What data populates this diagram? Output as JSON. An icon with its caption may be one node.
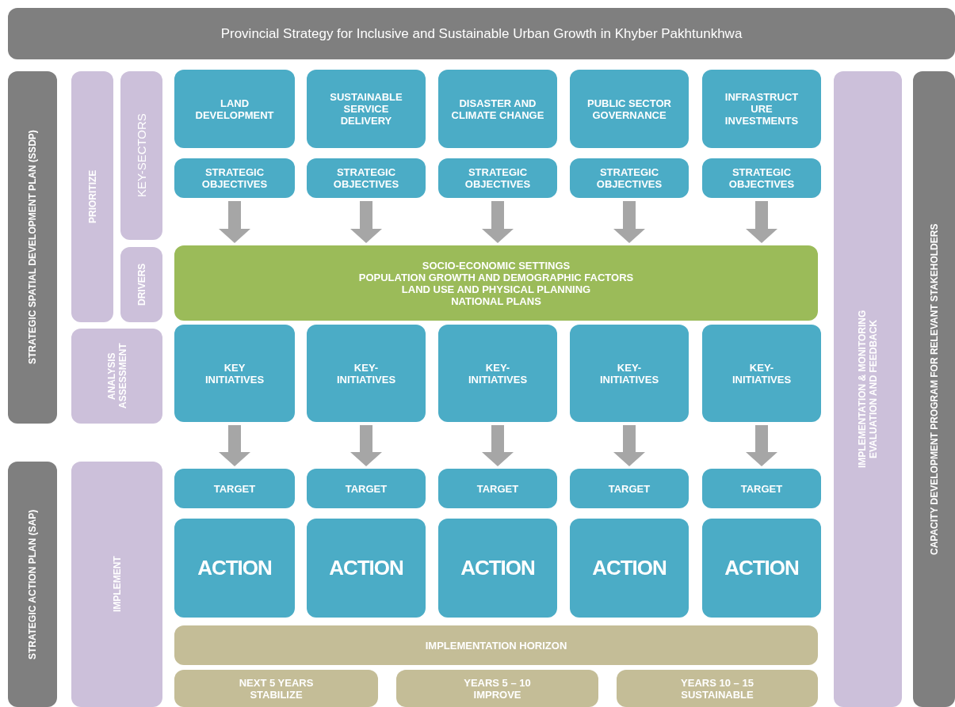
{
  "diagram": {
    "nodes": [
      {
        "text": [
          "Provincial Strategy for Inclusive and Sustainable Urban Growth in Khyber Pakhtunkhwa"
        ]
      },
      {
        "text": [
          "STRATEGIC SPATIAL DEVELOPMENT PLAN (SSDP)"
        ]
      },
      {
        "text": [
          "PRIORITIZE"
        ]
      },
      {
        "text": [
          "KEY-SECTORS"
        ]
      },
      {
        "text": [
          "DRIVERS"
        ]
      },
      {
        "text": [
          "ANALYSIS ASSESSMENT"
        ]
      },
      {
        "text": [
          "STRATEGIC ACTION PLAN (SAP)"
        ]
      },
      {
        "text": [
          "IMPLEMENT"
        ]
      },
      {
        "text": [
          "IMPLEMENTATION & MONITORING EVALUATION AND FEEDBACK"
        ]
      },
      {
        "text": [
          "CAPACITY DEVELOPMENT PROGRAM FOR RELEVANT STAKEHOLDERS"
        ]
      },
      {
        "text": [
          "LAND DEVELOPMENT"
        ]
      },
      {
        "text": [
          "SUSTAINABLE SERVICE DELIVERY"
        ]
      },
      {
        "text": [
          "DISASTER AND CLIMATE CHANGE"
        ]
      },
      {
        "text": [
          "PUBLIC SECTOR GOVERNANCE"
        ]
      },
      {
        "text": [
          "INFRASTRUCT URE INVESTMENTS"
        ]
      },
      {
        "text": [
          "STRATEGIC OBJECTIVES"
        ]
      },
      {
        "text": [
          "STRATEGIC OBJECTIVES"
        ]
      },
      {
        "text": [
          "STRATEGIC OBJECTIVES"
        ]
      },
      {
        "text": [
          "STRATEGIC OBJECTIVES"
        ]
      },
      {
        "text": [
          "STRATEGIC OBJECTIVES"
        ]
      },
      {
        "text": [
          "SOCIO-ECONOMIC SETTINGS",
          "POPULATION GROWTH AND DEMOGRAPHIC FACTORS",
          "LAND USE AND PHYSICAL PLANNING",
          "NATIONAL PLANS"
        ]
      },
      {
        "text": [
          "KEY INITIATIVES"
        ]
      },
      {
        "text": [
          "KEY- INITIATIVES"
        ]
      },
      {
        "text": [
          "KEY- INITIATIVES"
        ]
      },
      {
        "text": [
          "KEY- INITIATIVES"
        ]
      },
      {
        "text": [
          "KEY- INITIATIVES"
        ]
      },
      {
        "text": [
          "TARGET"
        ]
      },
      {
        "text": [
          "TARGET"
        ]
      },
      {
        "text": [
          "TARGET"
        ]
      },
      {
        "text": [
          "TARGET"
        ]
      },
      {
        "text": [
          "TARGET"
        ]
      },
      {
        "text": [
          "ACTION"
        ]
      },
      {
        "text": [
          "ACTION"
        ]
      },
      {
        "text": [
          "ACTION"
        ]
      },
      {
        "text": [
          "ACTION"
        ]
      },
      {
        "text": [
          "ACTION"
        ]
      },
      {
        "text": [
          "IMPLEMENTATION HORIZON"
        ]
      },
      {
        "text": [
          "NEXT 5 YEARS",
          "STABILIZE"
        ]
      },
      {
        "text": [
          "YEARS 5 – 10",
          "IMPROVE"
        ]
      },
      {
        "text": [
          "YEARS 10 – 15",
          "SUSTAINABLE"
        ]
      }
    ],
    "edges": [
      {
        "from": 15,
        "to": 20,
        "arrow": "to"
      },
      {
        "from": 16,
        "to": 20,
        "arrow": "to"
      },
      {
        "from": 17,
        "to": 20,
        "arrow": "to"
      },
      {
        "from": 18,
        "to": 20,
        "arrow": "to"
      },
      {
        "from": 19,
        "to": 20,
        "arrow": "to"
      },
      {
        "from": 21,
        "to": 26,
        "arrow": "to"
      },
      {
        "from": 22,
        "to": 27,
        "arrow": "to"
      },
      {
        "from": 23,
        "to": 28,
        "arrow": "to"
      },
      {
        "from": 24,
        "to": 29,
        "arrow": "to"
      },
      {
        "from": 25,
        "to": 30,
        "arrow": "to"
      }
    ]
  }
}
